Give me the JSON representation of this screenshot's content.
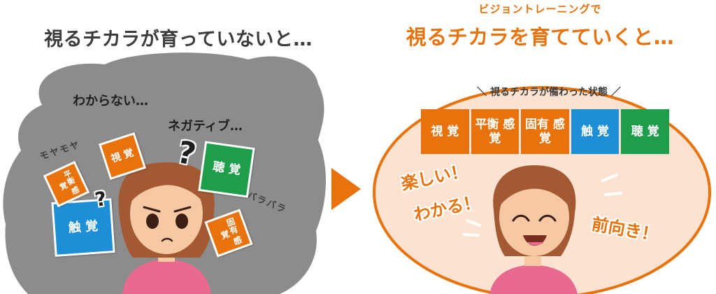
{
  "left_panel": {
    "title": "視るチカラが育っていないと…",
    "thoughts": {
      "dont_understand": "わからない…",
      "negative": "ネガティブ…",
      "moyamoya": "モヤモヤ",
      "barabara": "バラバラ"
    },
    "cards": {
      "visual": "視 覚",
      "hearing": "聴 覚",
      "touch": "触 覚",
      "balance": "平衡 感覚",
      "proprio": "固有 感覚"
    },
    "question_mark": "?"
  },
  "arrow_color": "#e8720c",
  "right_panel": {
    "subtitle": "ビジョントレーニングで",
    "title": "視るチカラを育てていくと…",
    "state_label": "＼ 視るチカラが備わった状態 ／",
    "senses": [
      {
        "label": "視 覚",
        "color": "#e8720c"
      },
      {
        "label": "平衡 感覚",
        "color": "#e8720c"
      },
      {
        "label": "固有 感覚",
        "color": "#e8720c"
      },
      {
        "label": "触 覚",
        "color": "#1e8fd6"
      },
      {
        "label": "聴 覚",
        "color": "#1e9e4a"
      }
    ],
    "exclamations": {
      "fun": "楽しい！",
      "understand": "わかる！",
      "positive": "前向き！"
    }
  },
  "colors": {
    "orange": "#e8720c",
    "blue": "#1e8fd6",
    "green": "#1e9e4a",
    "cloud_gray": "#8c8c8c",
    "peach": "#fbe2d1"
  }
}
